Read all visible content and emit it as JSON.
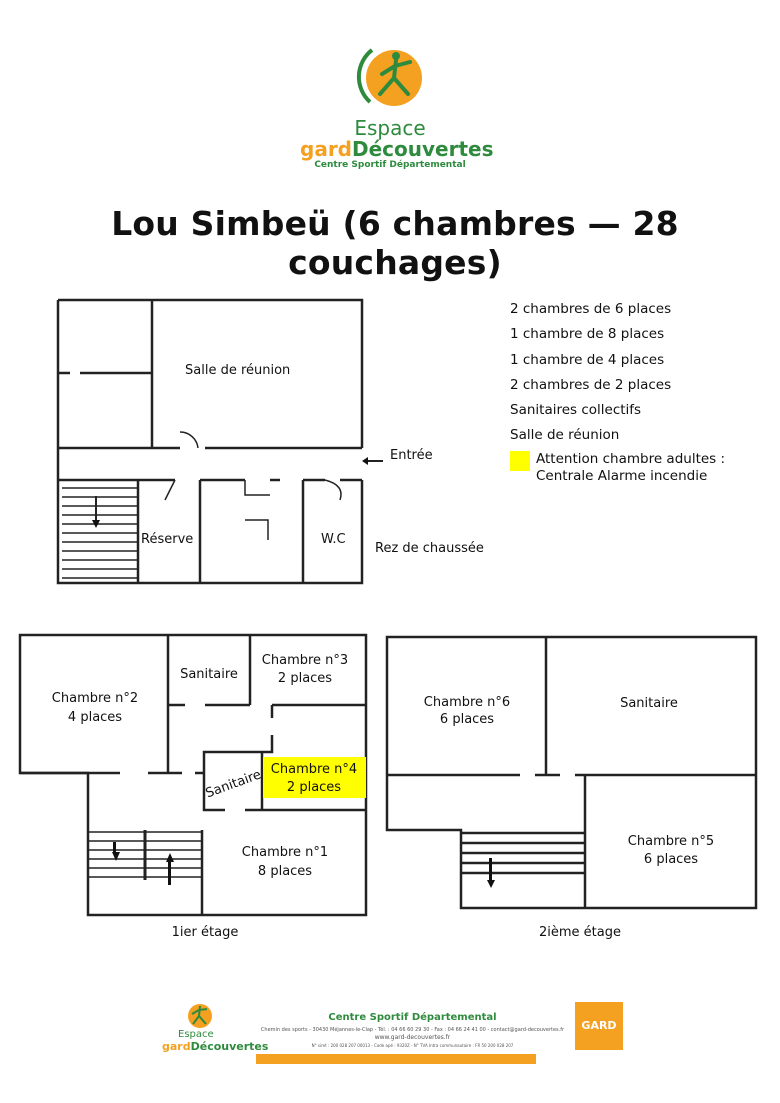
{
  "logo": {
    "espace": "Espace",
    "gard": "gard",
    "decouvertes": "Découvertes",
    "subtitle": "Centre Sportif Départemental"
  },
  "title": "Lou Simbeü (6 chambres — 28 couchages)",
  "legend": {
    "items": [
      "2 chambres de 6 places",
      "1 chambre de 8 places",
      "1 chambre de 4 places",
      "2 chambres de 2 places",
      "Sanitaires collectifs",
      "Salle de réunion"
    ],
    "alert_line1": "Attention chambre adultes :",
    "alert_line2": "Centrale Alarme incendie",
    "alert_color": "#ffff00"
  },
  "ground_floor": {
    "label": "Rez de chaussée",
    "salle": "Salle de réunion",
    "entree": "Entrée",
    "reserve": "Réserve",
    "wc": "W.C"
  },
  "first_floor": {
    "label": "1ier étage",
    "ch2": [
      "Chambre n°2",
      "4 places"
    ],
    "sanitaire_a": "Sanitaire",
    "ch3": [
      "Chambre n°3",
      "2 places"
    ],
    "sanitaire_b": "Sanitaire",
    "ch4": [
      "Chambre n°4",
      "2 places"
    ],
    "ch1": [
      "Chambre n°1",
      "8 places"
    ]
  },
  "second_floor": {
    "label": "2ième étage",
    "ch6": [
      "Chambre n°6",
      "6 places"
    ],
    "sanitaire": "Sanitaire",
    "ch5": [
      "Chambre n°5",
      "6 places"
    ]
  },
  "footer": {
    "heading": "Centre Sportif Départemental",
    "address": "Chemin des sports - 30430 Méjannes-le-Clap - Tél. : 04 66 60 29 30 - Fax : 04 66 24 41 00 - contact@gard-decouvertes.fr",
    "website": "www.gard-decouvertes.fr",
    "legal": "N° siret : 200 028 207 00013 - Code apé : 9320Z - N° TVA Intra communautaire : FR 50 200 028 207",
    "logo_espace": "Espace",
    "logo_gard": "gard",
    "logo_decouvertes": "Découvertes",
    "gard_badge": "GARD",
    "orange": "#f4a021",
    "green": "#2e8b3e"
  }
}
